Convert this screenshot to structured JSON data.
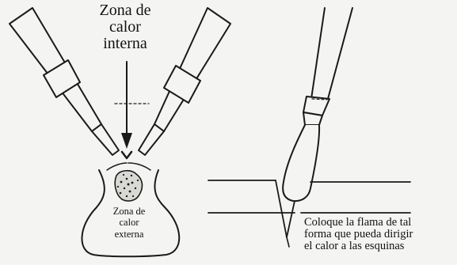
{
  "labels": {
    "internal_zone": [
      "Zona de",
      "calor",
      "interna"
    ],
    "external_zone": [
      "Zona de",
      "calor",
      "externa"
    ],
    "instruction": [
      "Coloque la flama de tal",
      "forma que pueda dirigir",
      "el calor a las esquinas"
    ]
  },
  "colors": {
    "ink": "#1a1a1a",
    "paper": "#f4f4f2"
  }
}
